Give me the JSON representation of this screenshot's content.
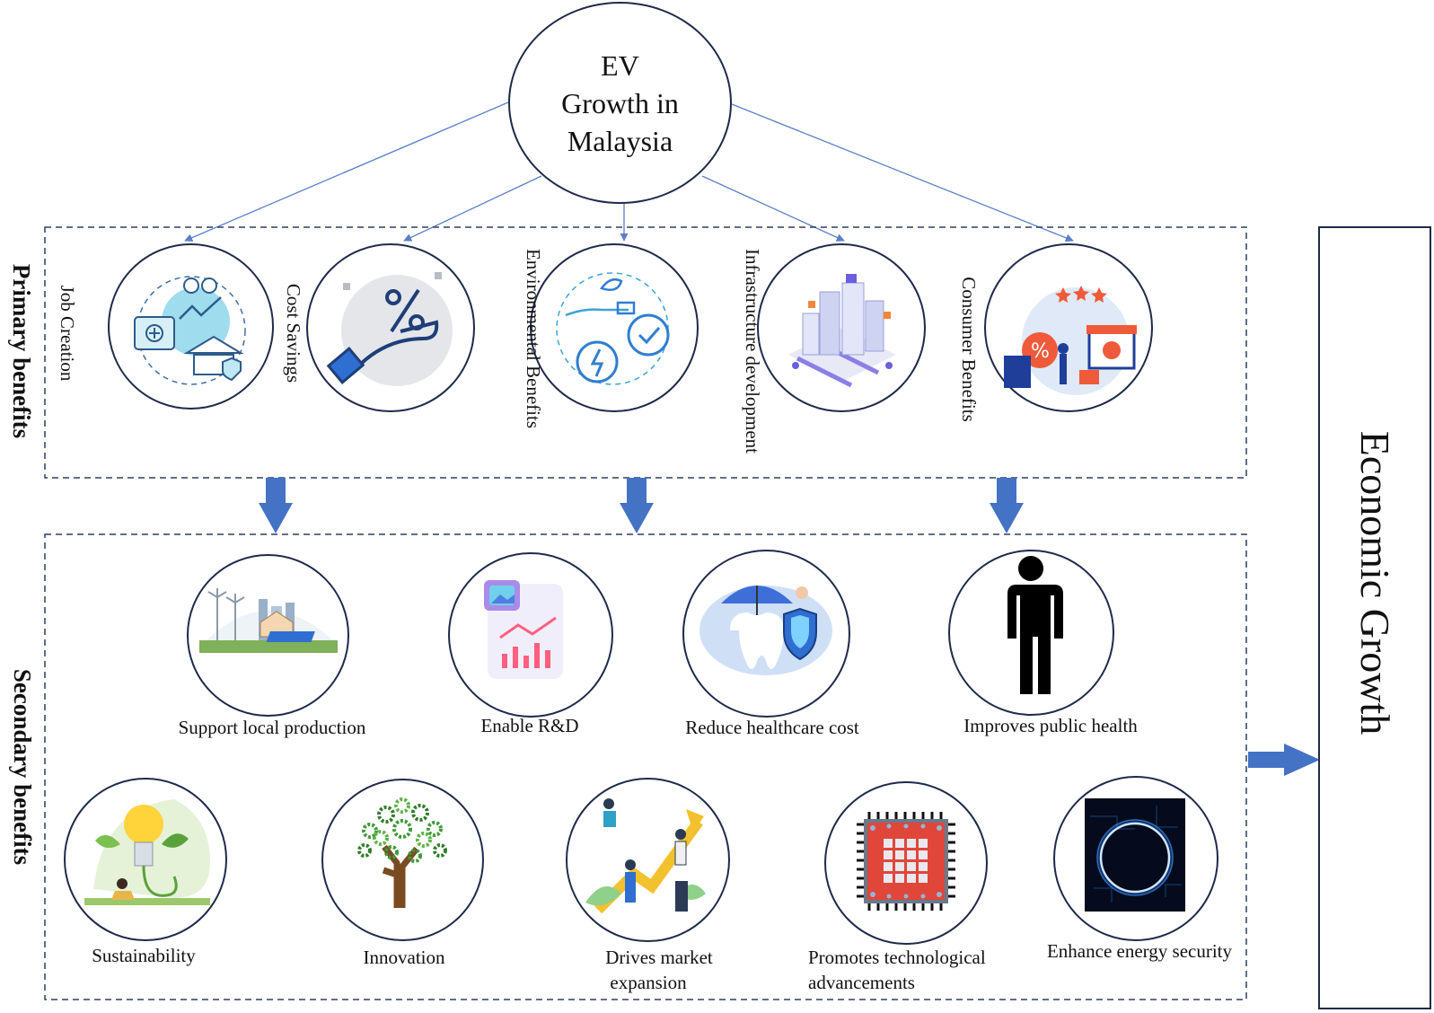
{
  "root": {
    "lines": [
      "EV",
      "Growth in",
      "Malaysia"
    ]
  },
  "groups": {
    "primary": "Primary benefits",
    "secondary": "Secondary benefits"
  },
  "outcome": "Economic Growth",
  "primary_benefits": [
    {
      "label": "Job Creation",
      "icon": "job-creation-icon"
    },
    {
      "label": "Cost Savings",
      "icon": "cost-savings-icon"
    },
    {
      "label": "Environmental Benefits",
      "icon": "environmental-benefits-icon"
    },
    {
      "label": "Infrastructure development",
      "icon": "infrastructure-icon"
    },
    {
      "label": "Consumer Benefits",
      "icon": "consumer-benefits-icon"
    }
  ],
  "secondary_benefits": [
    {
      "label": "Support local production",
      "icon": "local-production-icon"
    },
    {
      "label": "Enable R&D",
      "icon": "research-chart-icon"
    },
    {
      "label": "Reduce healthcare cost",
      "icon": "healthcare-shield-icon"
    },
    {
      "label": "Improves public health",
      "icon": "person-icon"
    },
    {
      "label": "Sustainability",
      "icon": "eco-bulb-icon"
    },
    {
      "label": "Innovation",
      "icon": "gear-tree-icon"
    },
    {
      "label": "Drives market expansion",
      "lines": [
        "Drives market",
        "expansion"
      ],
      "icon": "growth-arrow-icon"
    },
    {
      "label": "Promotes technological advancements",
      "lines": [
        "Promotes technological",
        "advancements"
      ],
      "icon": "chip-icon"
    },
    {
      "label": "Enhance energy security",
      "icon": "energy-ring-icon"
    }
  ],
  "colors": {
    "arrow_blue": "#4472c4",
    "line_blue": "#5b7fc7",
    "border_dark": "#1f2a4a",
    "dash": "#2f3e5e"
  }
}
